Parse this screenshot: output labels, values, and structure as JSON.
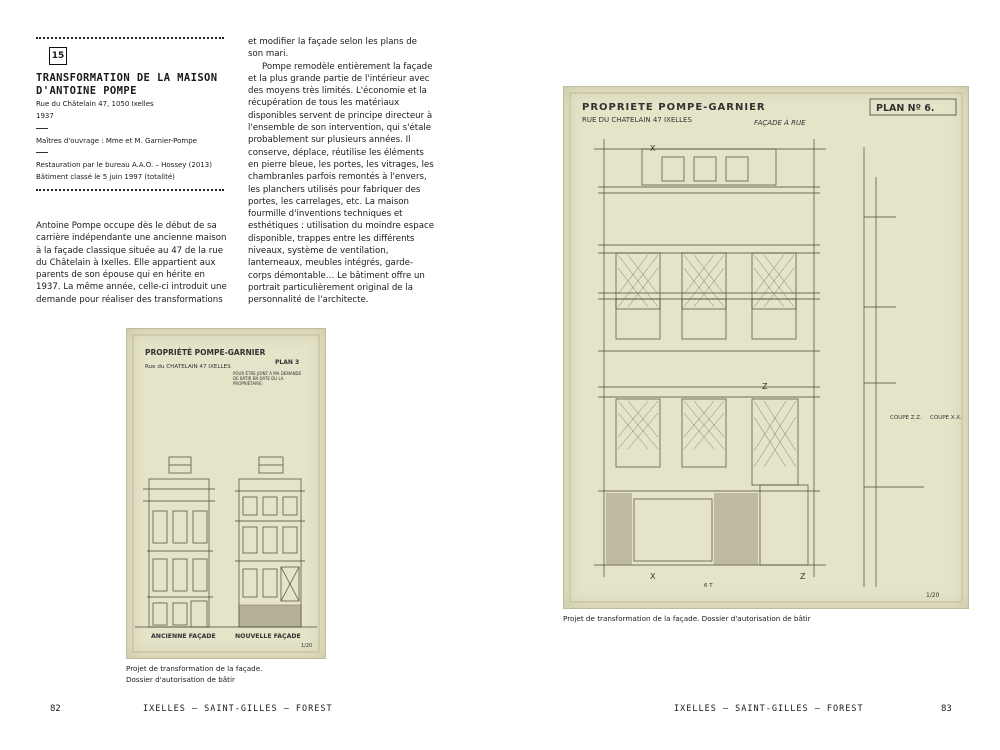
{
  "entry": {
    "number": "15",
    "title": "TRANSFORMATION DE LA MAISON D'ANTOINE POMPE",
    "address": "Rue du Châtelain 47, 1050 Ixelles",
    "year": "1937",
    "owners": "Maîtres d'ouvrage : Mme et M. Garnier-Pompe",
    "restoration": "Restauration par le bureau A.A.O. – Hossey (2013)",
    "classified": "Bâtiment classé le 5 juin 1997 (totalité)"
  },
  "left_column_text": "Antoine Pompe occupe dès le début de sa carrière indépendante une ancienne maison à la façade classique située au 47 de la rue du Châtelain à Ixelles. Elle appartient aux parents de son épouse qui en hérite en 1937. La même année, celle-ci introduit une demande pour réaliser des transformations",
  "middle_column": {
    "p1": "et modifier la façade selon les plans de son mari.",
    "p2": "Pompe remodèle entièrement la façade et la plus grande partie de l'intérieur avec des moyens très limités. L'économie et la récupération de tous les matériaux disponibles servent de principe directeur à l'ensemble de son intervention, qui s'étale probablement sur plusieurs années. Il conserve, déplace, réutilise les éléments en pierre bleue, les portes, les vitrages, les chambranles parfois remontés à l'envers, les planchers utilisés pour fabriquer des portes, les carrelages, etc. La maison fourmille d'inventions techniques et esthétiques : utilisation du moindre espace disponible, trappes entre les différents niveaux, système de ventilation, lanterneaux, meubles intégrés, garde-corps démontable… Le bâtiment offre un portrait particulièrement original de la personnalité de l'architecte."
  },
  "plan_small": {
    "title": "PROPRIÉTÉ POMPE-GARNIER",
    "street": "Rue du CHATELAIN 47 IXELLES",
    "plan_label": "PLAN 3",
    "note": "POUR ÊTRE JOINT À MA DEMANDE DE BÂTIR EN DATE DU LA PROPRIÉTAIRE:",
    "label_left": "ANCIENNE FAÇADE",
    "label_right": "NOUVELLE FAÇADE",
    "scale": "1/20",
    "caption_line1": "Projet de transformation de la façade.",
    "caption_line2": "Dossier d'autorisation de bâtir"
  },
  "plan_large": {
    "title": "PROPRIETE POMPE-GARNIER",
    "street": "RUE DU CHATELAIN 47 IXELLES",
    "subtitle": "FAÇADE À RUE",
    "plan_label": "PLAN Nº 6.",
    "cut1": "COUPE Z.Z.",
    "cut2": "COUPE X.X.",
    "mark_x": "X",
    "mark_z": "Z",
    "dim": "6 T",
    "scale": "1/20",
    "caption": "Projet de transformation de la façade. Dossier d'autorisation de bâtir"
  },
  "footer": {
    "left_page": "82",
    "right_page": "83",
    "section": "IXELLES – SAINT-GILLES – FOREST"
  }
}
